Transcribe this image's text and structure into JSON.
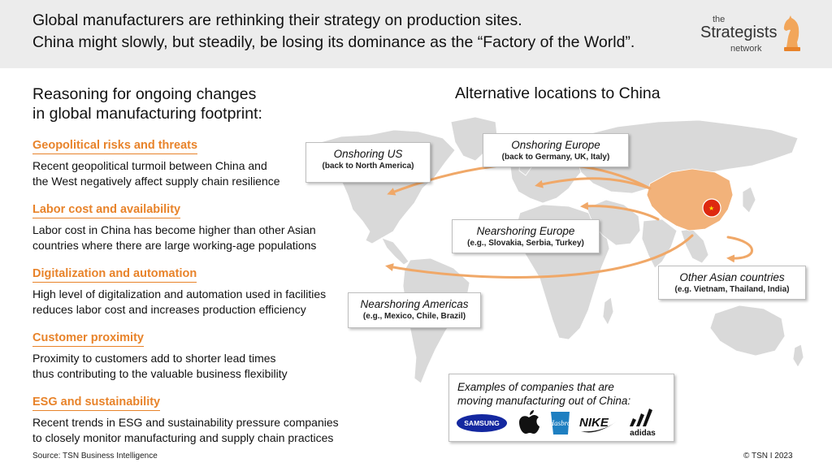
{
  "header": {
    "line1": "Global manufacturers are rethinking their strategy on production sites.",
    "line2": "China might slowly, but steadily, be losing its dominance as the “Factory of the World”.",
    "logo": {
      "the": "the",
      "strategists": "Strategists",
      "network": "network",
      "icon": "chess-knight-icon"
    }
  },
  "left": {
    "title_line1": "Reasoning for ongoing changes",
    "title_line2": "in global manufacturing footprint:",
    "reasons": [
      {
        "heading": "Geopolitical risks and threats",
        "line1": "Recent geopolitical turmoil between China and",
        "line2": "the West negatively affect supply chain resilience"
      },
      {
        "heading": "Labor cost and availability",
        "line1": "Labor cost in China has become higher than other Asian",
        "line2": "countries where there are large working-age populations"
      },
      {
        "heading": "Digitalization and automation",
        "line1": "High level of digitalization and automation used in facilities",
        "line2": "reduces labor cost and increases production efficiency"
      },
      {
        "heading": "Customer proximity",
        "line1": "Proximity to customers add to shorter lead times",
        "line2": "thus contributing to the valuable business flexibility"
      },
      {
        "heading": "ESG and sustainability",
        "line1": "Recent trends in ESG and sustainability pressure companies",
        "line2": "to closely monitor manufacturing and supply chain practices"
      }
    ]
  },
  "right": {
    "title": "Alternative locations to China",
    "callouts": {
      "us": {
        "title": "Onshoring US",
        "sub": "(back to North America)"
      },
      "europe": {
        "title": "Onshoring Europe",
        "sub": "(back to Germany, UK, Italy)"
      },
      "near_europe": {
        "title": "Nearshoring Europe",
        "sub": "(e.g., Slovakia, Serbia, Turkey)"
      },
      "asia": {
        "title": "Other Asian countries",
        "sub": "(e.g. Vietnam, Thailand, India)"
      },
      "americas": {
        "title": "Nearshoring Americas",
        "sub": "(e.g., Mexico, Chile, Brazil)"
      }
    },
    "companies": {
      "title_line1": "Examples of companies that are",
      "title_line2": "moving manufacturing out of China:",
      "logos": [
        {
          "name": "samsung",
          "text": "SAMSUNG"
        },
        {
          "name": "apple",
          "icon": "apple-icon"
        },
        {
          "name": "hasbro",
          "text": "Hasbro"
        },
        {
          "name": "nike",
          "text": "NIKE"
        },
        {
          "name": "adidas",
          "text": "adidas"
        }
      ]
    }
  },
  "colors": {
    "accent": "#e8832a",
    "land": "#d9d9d9",
    "china": "#f2b27a",
    "arrow": "#f0a868",
    "flag": "#de2910"
  },
  "footer": {
    "source": "Source: TSN Business Intelligence",
    "copyright": "© TSN  I  2023"
  }
}
